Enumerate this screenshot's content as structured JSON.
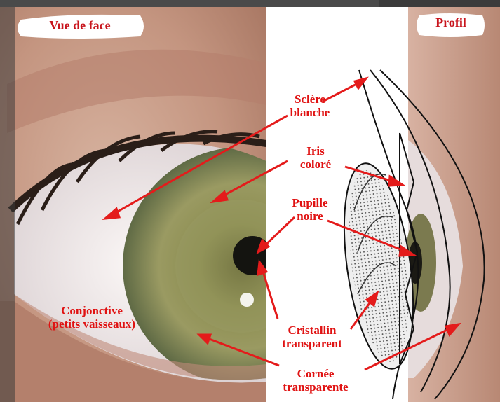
{
  "header": {
    "left_title": "Vue de face",
    "right_title": "Profil"
  },
  "labels": {
    "sclere": [
      "Sclère",
      "blanche"
    ],
    "iris": [
      "Iris",
      "coloré"
    ],
    "pupille": [
      "Pupille",
      "noire"
    ],
    "conjonctive": [
      "Conjonctive",
      "(petits vaisseaux)"
    ],
    "cristallin": [
      "Cristallin",
      "transparent"
    ],
    "cornee": [
      "Cornée",
      "transparente"
    ]
  },
  "colors": {
    "label_red": "#e01212",
    "arrow_red": "#e41b1b",
    "iris_green": "#7d8a4a",
    "skin": "#c9a089"
  }
}
